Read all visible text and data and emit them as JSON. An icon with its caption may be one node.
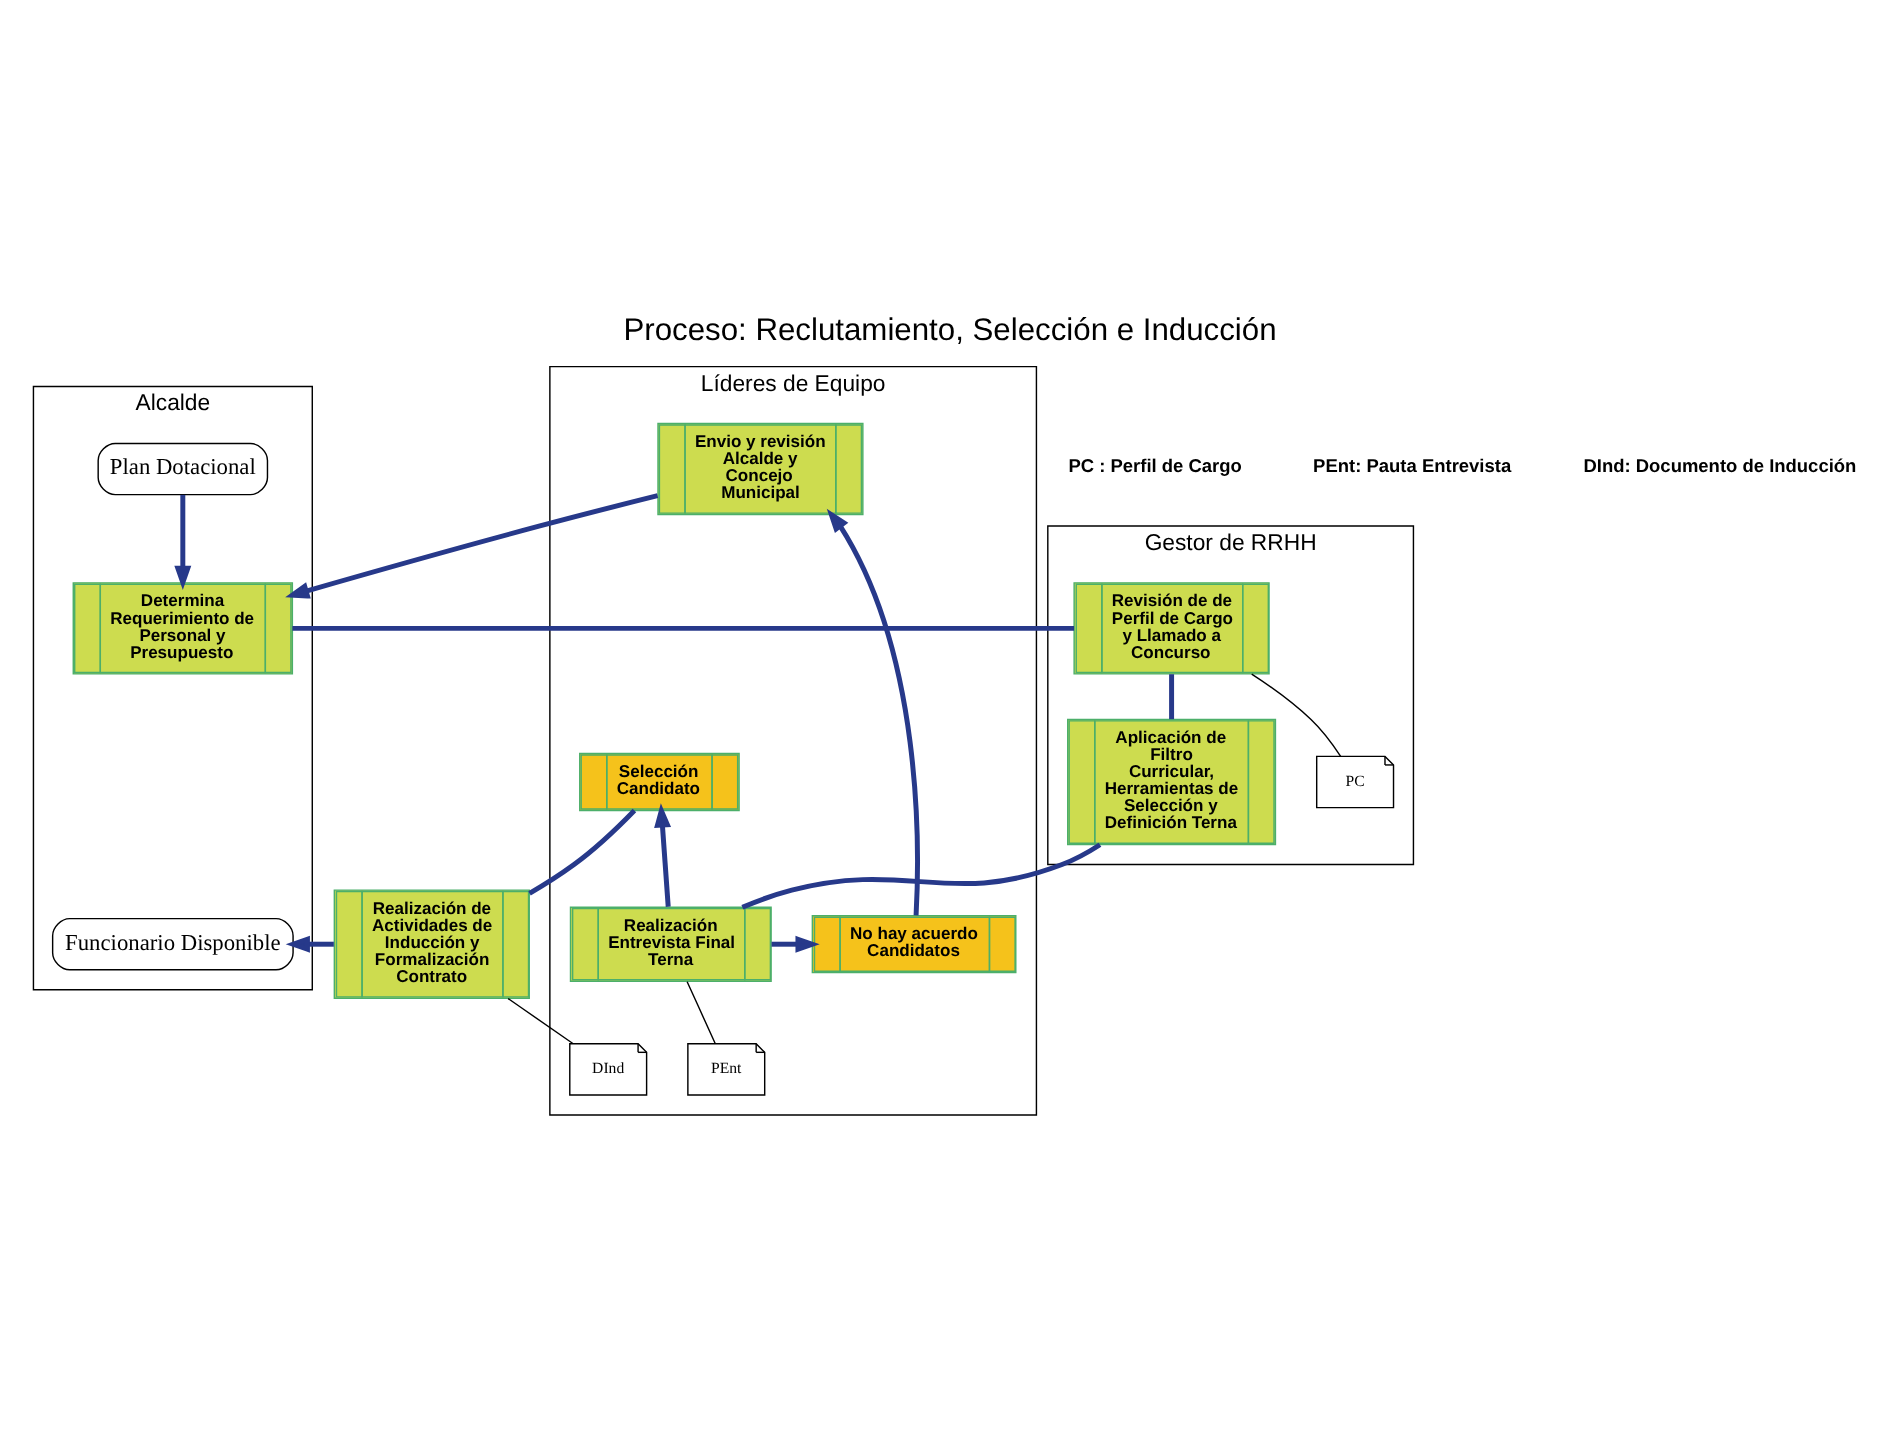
{
  "diagram": {
    "title": "Proceso: Reclutamiento, Selección e Inducción",
    "nodes": [
      {
        "text": [
          "Alcalde"
        ]
      },
      {
        "text": [
          "Gestor de RRHH"
        ]
      },
      {
        "text": [
          "Líderes de Equipo"
        ]
      },
      {
        "text": [
          "Plan Dotacional"
        ],
        "in": 0
      },
      {
        "text": [
          "Determina Requerimiento de Personal y Presupuesto"
        ],
        "in": 0
      },
      {
        "text": [
          "Revisión de de Perfil de Cargo y Llamado a Concurso"
        ],
        "in": 1
      },
      {
        "text": [
          "PC"
        ],
        "in": 1
      },
      {
        "text": [
          "Aplicación de Filtro Curricular, Herramientas de Selección y Definición Terna"
        ],
        "in": 1
      },
      {
        "text": [
          "Envio y revisión Alcalde y Concejo Municipal"
        ],
        "in": 2
      },
      {
        "text": [
          "Realización Entrevista Final Terna"
        ],
        "in": 2
      },
      {
        "text": [
          "No hay acuerdo Candidatos"
        ],
        "in": 2
      },
      {
        "text": [
          "PEnt"
        ],
        "in": 2
      },
      {
        "text": [
          "Selección Candidato"
        ],
        "in": 2
      },
      {
        "text": [
          "Realización de Actividades de Inducción y Formalización Contrato"
        ]
      },
      {
        "text": [
          "DInd"
        ],
        "in": 2
      },
      {
        "text": [
          "Funcionario Disponible"
        ],
        "in": 0
      }
    ],
    "edges": [
      {
        "from": 3,
        "to": 4,
        "arrow": "to"
      },
      {
        "from": 8,
        "to": 4,
        "arrow": "to"
      },
      {
        "from": 4,
        "to": 5,
        "arrow": "none"
      },
      {
        "from": 5,
        "to": 6,
        "arrow": "none",
        "color": "#000000"
      },
      {
        "from": 5,
        "to": 7,
        "arrow": "none"
      },
      {
        "from": 7,
        "to": 9,
        "arrow": "none"
      },
      {
        "from": 9,
        "to": 10,
        "arrow": "to"
      },
      {
        "from": 9,
        "to": 11,
        "arrow": "none",
        "color": "#000000"
      },
      {
        "from": 9,
        "to": 12,
        "arrow": "to"
      },
      {
        "from": 10,
        "to": 8,
        "arrow": "to"
      },
      {
        "from": 12,
        "to": 13,
        "arrow": "none"
      },
      {
        "from": 13,
        "to": 14,
        "arrow": "none",
        "color": "#000000"
      },
      {
        "from": 13,
        "to": 15,
        "arrow": "to"
      }
    ],
    "labels": [
      "PC : Perfil de Cargo",
      "PEnt: Pauta Entrevista",
      "DInd: Documento de Inducción"
    ]
  }
}
